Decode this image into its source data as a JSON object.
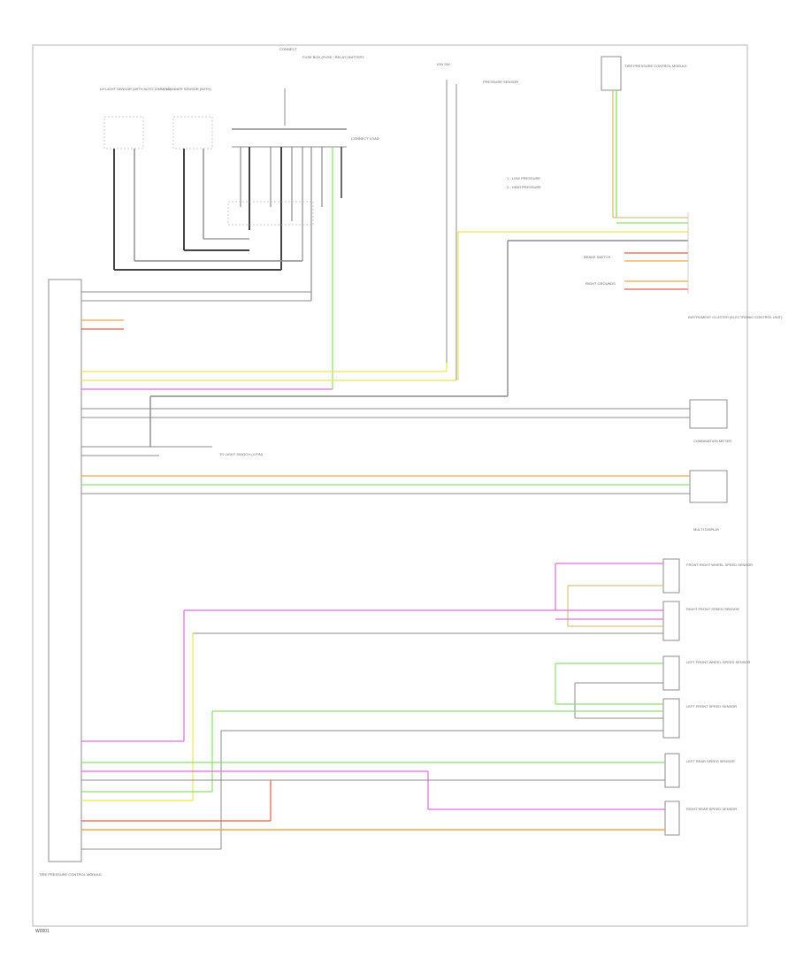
{
  "page_code": "W0001",
  "top_label": "CONNECT",
  "legend": {
    "item1": "1 - LOW PRESSURE",
    "item2": "2 - HIGH PRESSURE"
  },
  "components": {
    "mirror_left": "LH LIGHT SENSOR (WITH AUTO DIMMING)",
    "mirror_right": "LH INNER SENSOR (WITH)",
    "fuse_box": "FUSE BOX (FUSE / RELAY) BATTERY",
    "ignition": "IGN SW",
    "pressure_sensor": "PRESSURE SENSOR",
    "harness_top": "CONNECT",
    "relay_top": "CONNECT LOAD",
    "instrument_cluster": "INSTRUMENT CLUSTER (ELECTRONIC CONTROL UNIT)",
    "combination": "COMBINATION METER",
    "display": "MULTI DISPLAY",
    "front_right_fuse": "FRONT RIGHT WHEEL SPEED SENSOR",
    "front_right_speed": "RIGHT FRONT SPEED SENSOR",
    "front_left_fuse": "LEFT FRONT WHEEL SPEED SENSOR",
    "front_left_speed": "LEFT FRONT SPEED SENSOR",
    "rear_left_speed": "LEFT REAR SPEED SENSOR",
    "rear_right_speed": "RIGHT REAR SPEED SENSOR",
    "tpms_control_module": "TIRE PRESSURE CONTROL MODULE",
    "brake_switch": "BRAKE SWITCH",
    "right_grounds": "RIGHT GROUNDS",
    "nav_ref": "TO LIGHT SWITCH (4 PIN)"
  },
  "wire_colors": {
    "gray": "GRY",
    "black": "BLK",
    "yellow_green": "YEL/GRN",
    "violet_white": "VIO/WHT",
    "green_yellow": "GRN/YEL",
    "orange": "ORG",
    "red": "RED",
    "white": "WHT"
  },
  "colors": {
    "frame": "#b5b5b5",
    "gray_wire": "#8c8c8c",
    "black_wire": "#444444",
    "yellow": "#e8e84a",
    "green": "#8ee06a",
    "violet": "#e36ae6",
    "orange": "#f2a64a",
    "red": "#ef5a4a",
    "tan": "#d8c47e"
  }
}
